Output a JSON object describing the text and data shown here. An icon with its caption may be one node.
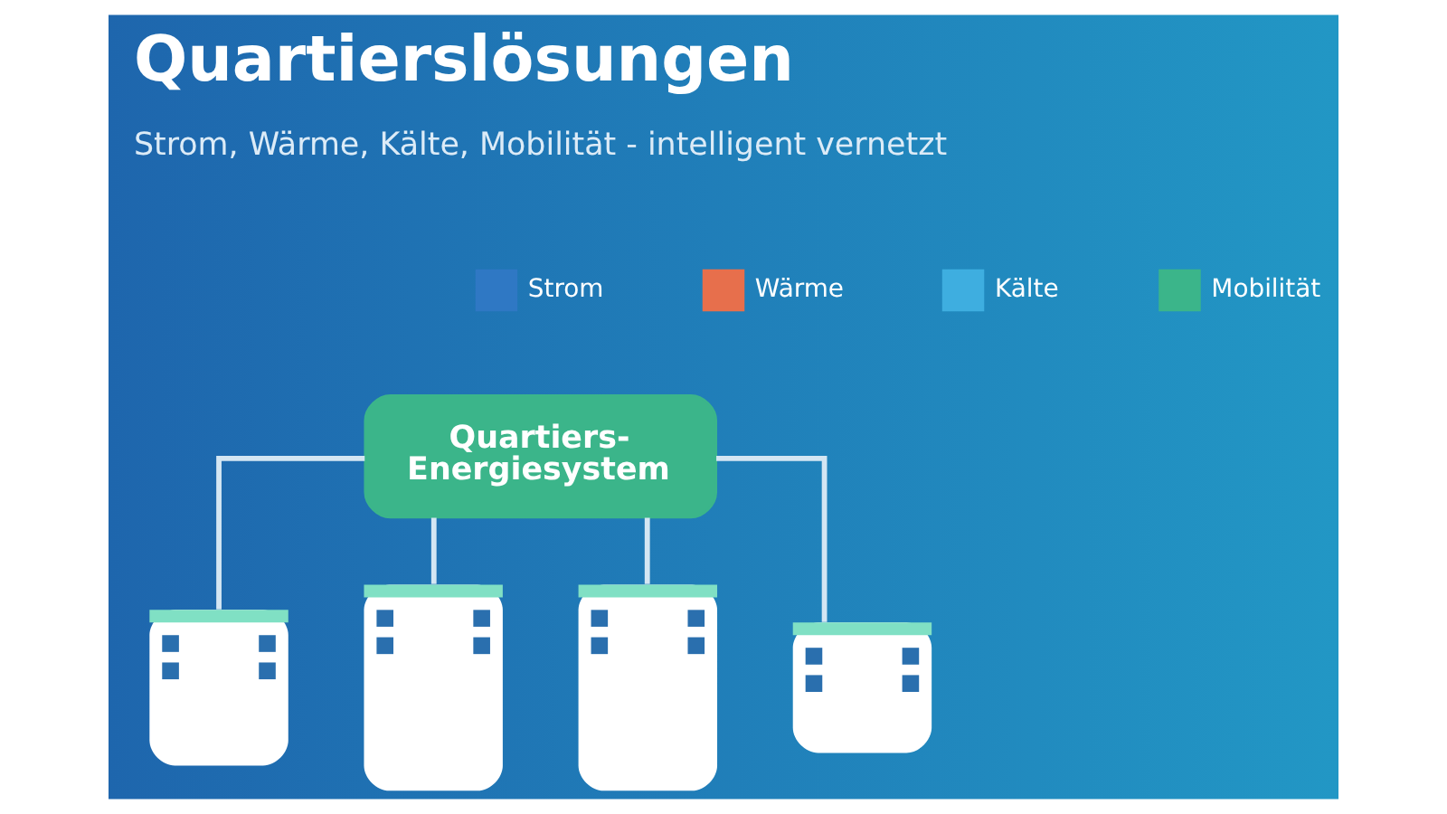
{
  "diagram": {
    "title": "Quartierslösungen",
    "nodes": [
      {
        "text": [],
        "shape": "building"
      },
      {
        "text": [],
        "shape": "building"
      },
      {
        "text": [
          "Quartiers- Energiesystem"
        ]
      },
      {
        "text": [],
        "shape": "building"
      },
      {
        "text": [],
        "shape": "building"
      }
    ],
    "edges": [
      {
        "from": 2,
        "to": 0,
        "arrow": "none"
      },
      {
        "from": 2,
        "to": 1,
        "arrow": "none"
      },
      {
        "from": 2,
        "to": 3,
        "arrow": "none"
      },
      {
        "from": 2,
        "to": 4,
        "arrow": "none"
      }
    ],
    "labels": [
      "Strom, Wärme, Kälte, Mobilität - intelligent vernetzt"
    ],
    "legend": [
      {
        "text": "Strom",
        "color": "#2f78c4"
      },
      {
        "text": "Wärme",
        "color": "#e76f4c"
      },
      {
        "text": "Kälte",
        "color": "#3eaee0"
      },
      {
        "text": "Mobilität",
        "color": "#3bb58a"
      }
    ]
  }
}
